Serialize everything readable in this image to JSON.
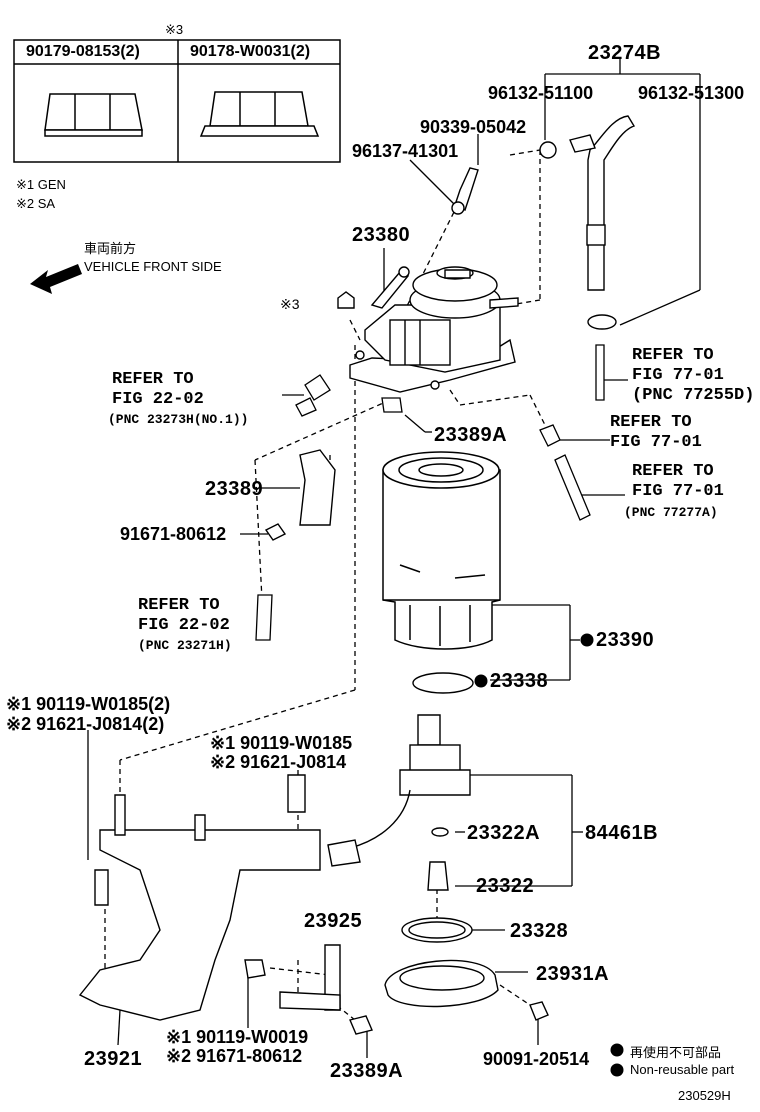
{
  "table": {
    "mark": "※3",
    "col1": "90179-08153(2)",
    "col2": "90178-W0031(2)"
  },
  "legend_notes": {
    "note1": "※1 GEN",
    "note2": "※2 SA"
  },
  "direction": {
    "jp": "車両前方",
    "en": "VEHICLE FRONT SIDE"
  },
  "parts": {
    "p23274B": "23274B",
    "p96132_51100": "96132-51100",
    "p96132_51300": "96132-51300",
    "p90339_05042": "90339-05042",
    "p96137_41301": "96137-41301",
    "p23380": "23380",
    "p3mark": "※3",
    "p23389A_top": "23389A",
    "p23389": "23389",
    "p91671_80612": "91671-80612",
    "p23390": "23390",
    "p23338": "23338",
    "p23322A": "23322A",
    "p84461B": "84461B",
    "p23322": "23322",
    "p23328": "23328",
    "p23931A": "23931A",
    "p90091_20514": "90091-20514",
    "p23925": "23925",
    "p23921": "23921",
    "p23389A_bottom": "23389A",
    "p_bolt_left_1": "※1 90119-W0185(2)",
    "p_bolt_left_2": "※2 91621-J0814(2)",
    "p_bolt_mid_1": "※1 90119-W0185",
    "p_bolt_mid_2": "※2 91621-J0814",
    "p_bolt_bot_1": "※1 90119-W0019",
    "p_bolt_bot_2": "※2 91671-80612"
  },
  "refs": {
    "r1_line1": "REFER TO",
    "r1_line2": "FIG 22-02",
    "r1_line3": "(PNC 23273H(NO.1))",
    "r2_line1": "REFER TO",
    "r2_line2": "FIG 77-01",
    "r2_line3": "(PNC 77255D)",
    "r3_line1": "REFER TO",
    "r3_line2": "FIG 77-01",
    "r4_line1": "REFER TO",
    "r4_line2": "FIG 77-01",
    "r4_line3": "(PNC 77277A)",
    "r5_line1": "REFER TO",
    "r5_line2": "FIG 22-02",
    "r5_line3": "(PNC 23271H)"
  },
  "footer": {
    "legend_jp": "再使用不可部品",
    "legend_en": "Non-reusable part",
    "code": "230529H"
  }
}
